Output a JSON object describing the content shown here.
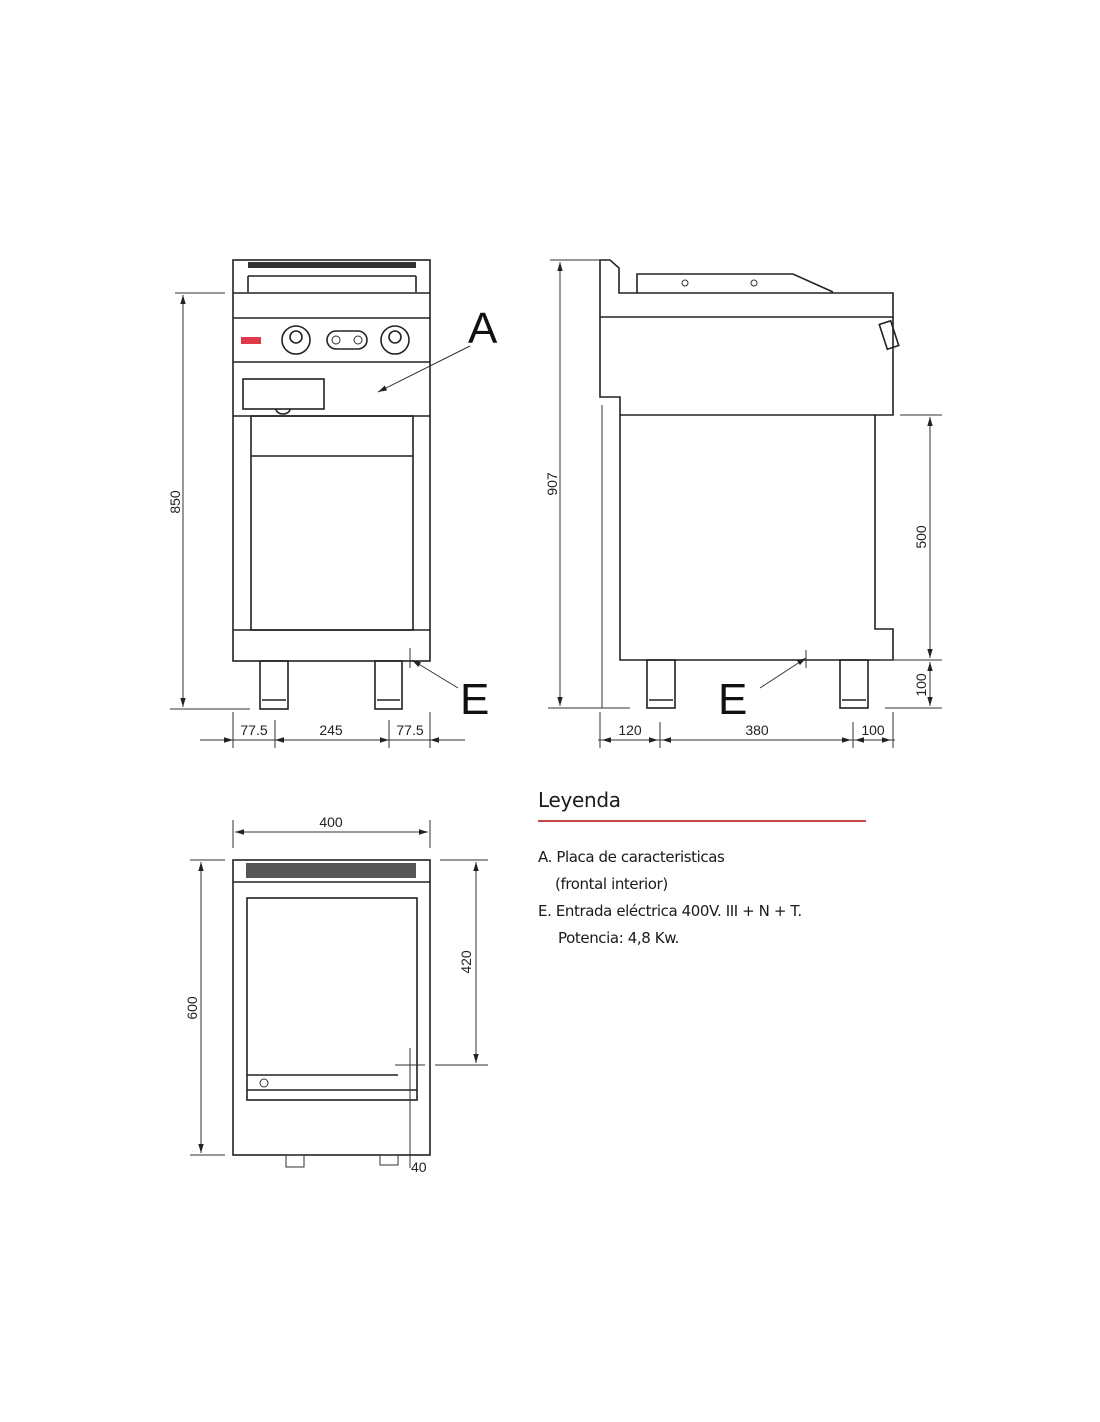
{
  "front_view": {
    "height_label": "850",
    "width_labels": [
      "77.5",
      "245",
      "77.5"
    ],
    "callout_a": "A",
    "callout_e": "E"
  },
  "side_view": {
    "height_label": "907",
    "cabinet_label": "500",
    "leg_label": "100",
    "depth_labels": [
      "120",
      "380",
      "100"
    ],
    "callout_e": "E"
  },
  "top_view": {
    "width_label": "400",
    "depth_label": "600",
    "inner_label": "420",
    "offset_label": "40"
  },
  "legend": {
    "title": "Leyenda",
    "accent_color": "#c9454a",
    "items": [
      {
        "line1": "A. Placa de caracteristicas",
        "line2": "(frontal interior)"
      },
      {
        "line1": "E. Entrada eléctrica 400V. III + N + T.",
        "line2": "Potencia: 4,8 Kw."
      }
    ]
  }
}
